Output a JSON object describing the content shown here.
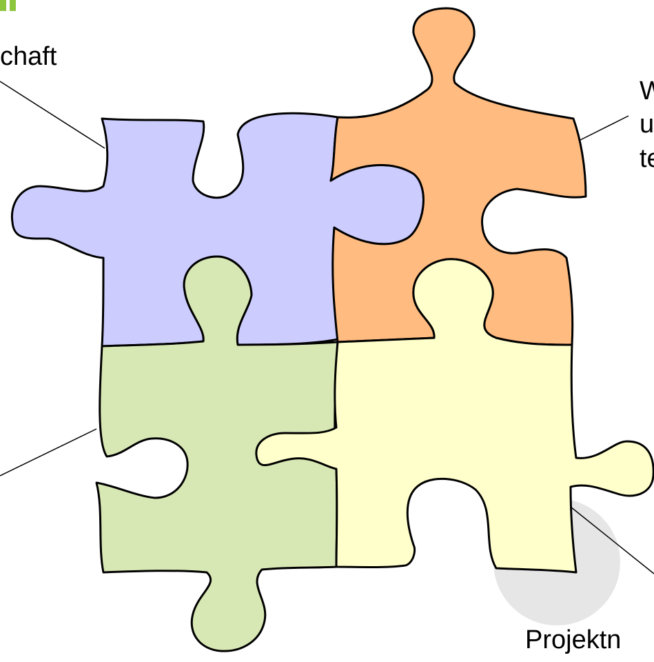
{
  "colors": {
    "accent": "#8cc63f",
    "piece_blue": "#ccccff",
    "piece_orange": "#ffbb80",
    "piece_green": "#d8e8b4",
    "piece_yellow": "#ffffcc",
    "outline": "#000000",
    "shadow": "#e6e6e6"
  },
  "labels": {
    "top_left": "chaft",
    "top_right_line1": "W",
    "top_right_line2": "u",
    "top_right_line3": "te",
    "bottom_right": "Projektn"
  },
  "pieces": [
    {
      "name": "blue",
      "color": "piece_blue"
    },
    {
      "name": "orange",
      "color": "piece_orange"
    },
    {
      "name": "green",
      "color": "piece_green"
    },
    {
      "name": "yellow",
      "color": "piece_yellow"
    }
  ]
}
